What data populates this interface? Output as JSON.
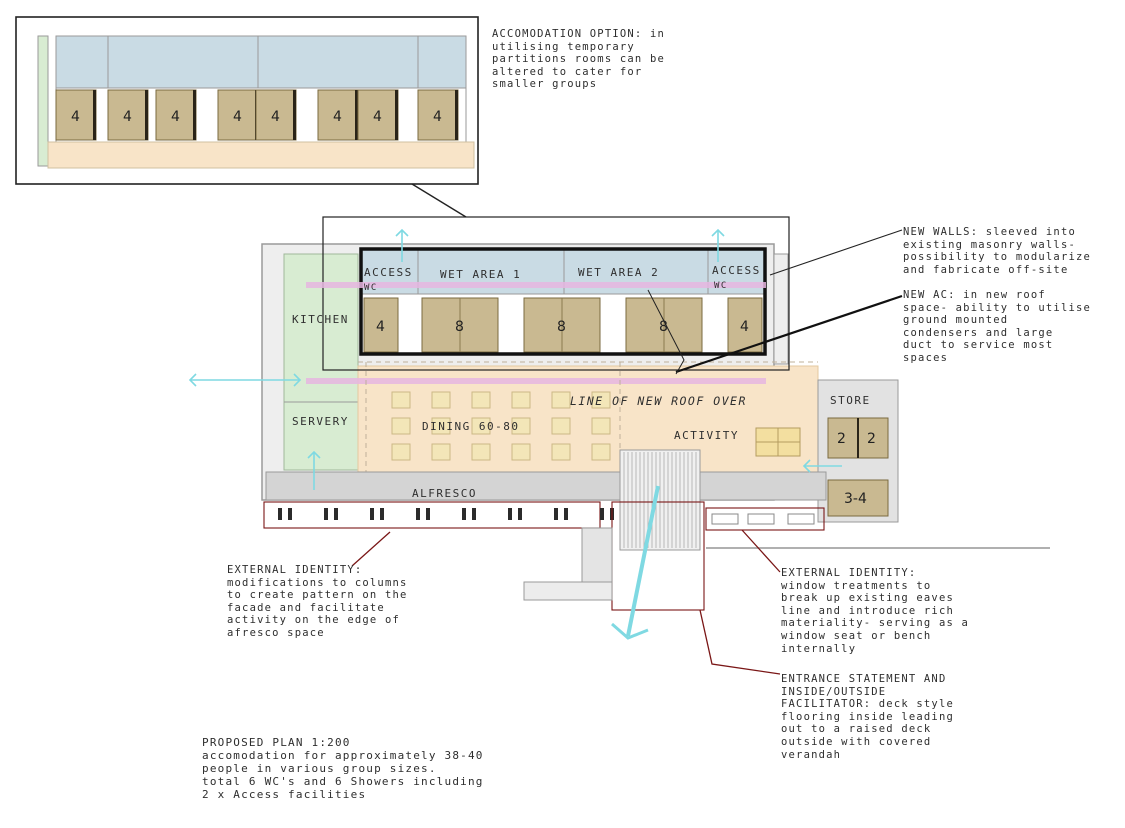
{
  "colors": {
    "wet_area": "#c9dbe4",
    "bunk_room": "#c9b991",
    "bunk_dark": "#2a2418",
    "kitchen": "#d8ecd2",
    "dining": "#f8e4c8",
    "store": "#cfcfcf",
    "wall": "#9a9a9a",
    "new_wall": "#111111",
    "ac_duct": "#e6b6e0",
    "circulation_arrow": "#7fd9e2",
    "callout_line": "#7a1616"
  },
  "inset": {
    "room_numbers": [
      "4",
      "4",
      "4",
      "4",
      "4",
      "4",
      "4",
      "4"
    ]
  },
  "rooms": {
    "access_wc_left": "ACCESS",
    "wc_left": "WC",
    "wet_area_1": "WET AREA 1",
    "wet_area_2": "WET AREA 2",
    "access_wc_right": "ACCESS",
    "wc_right": "WC",
    "kitchen": "KITCHEN",
    "servery": "SERVERY",
    "dining": "DINING 60-80",
    "activity": "ACTIVITY",
    "store": "STORE",
    "alfresco": "ALFRESCO",
    "roof_line": "LINE OF NEW ROOF OVER"
  },
  "bunk_numbers": [
    "4",
    "8",
    "8",
    "8",
    "4"
  ],
  "store_numbers": [
    "2",
    "2",
    "3-4"
  ],
  "annotations": {
    "accommodation_option": "ACCOMODATION OPTION: in\nutilising temporary\npartitions rooms can be\naltered to cater for\nsmaller groups",
    "new_walls": "NEW WALLS: sleeved into\nexisting masonry walls-\npossibility to modularize\nand fabricate off-site",
    "new_ac": "NEW AC: in new roof\nspace- ability to utilise\nground mounted\ncondensers and large\nduct to service most\nspaces",
    "external_identity_left": "EXTERNAL IDENTITY:\nmodifications to columns\nto create pattern on the\nfacade and facilitate\nactivity on the edge of\nafresco space",
    "external_identity_right": "EXTERNAL IDENTITY:\nwindow treatments to\nbreak up existing eaves\nline and introduce rich\nmateriality- serving as a\nwindow seat or bench\ninternally",
    "entrance_statement": "ENTRANCE STATEMENT AND\nINSIDE/OUTSIDE\nFACILITATOR: deck style\nflooring inside leading\nout to a raised deck\noutside with covered\nverandah",
    "proposed_plan": "PROPOSED PLAN 1:200\naccomodation for approximately 38-40\npeople in various group sizes.\ntotal 6 WC's and 6 Showers including\n2 x Access facilities"
  }
}
